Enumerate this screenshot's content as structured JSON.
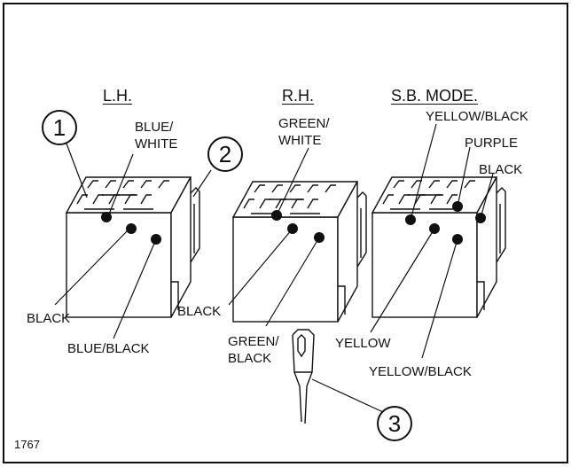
{
  "figure_number": "1767",
  "headers": {
    "lh": "L.H.",
    "rh": "R.H.",
    "sb": "S.B. MODE."
  },
  "callouts": [
    "1",
    "2",
    "3"
  ],
  "wire_labels": {
    "lh_blue_white": "BLUE/\nWHITE",
    "lh_black": "BLACK",
    "lh_blue_black": "BLUE/BLACK",
    "rh_green_white": "GREEN/\nWHITE",
    "rh_black": "BLACK",
    "rh_green_black": "GREEN/\nBLACK",
    "sb_yellow_black_top": "YELLOW/BLACK",
    "sb_purple": "PURPLE",
    "sb_black": "BLACK",
    "sb_yellow": "YELLOW",
    "sb_yellow_black_bottom": "YELLOW/BLACK"
  }
}
